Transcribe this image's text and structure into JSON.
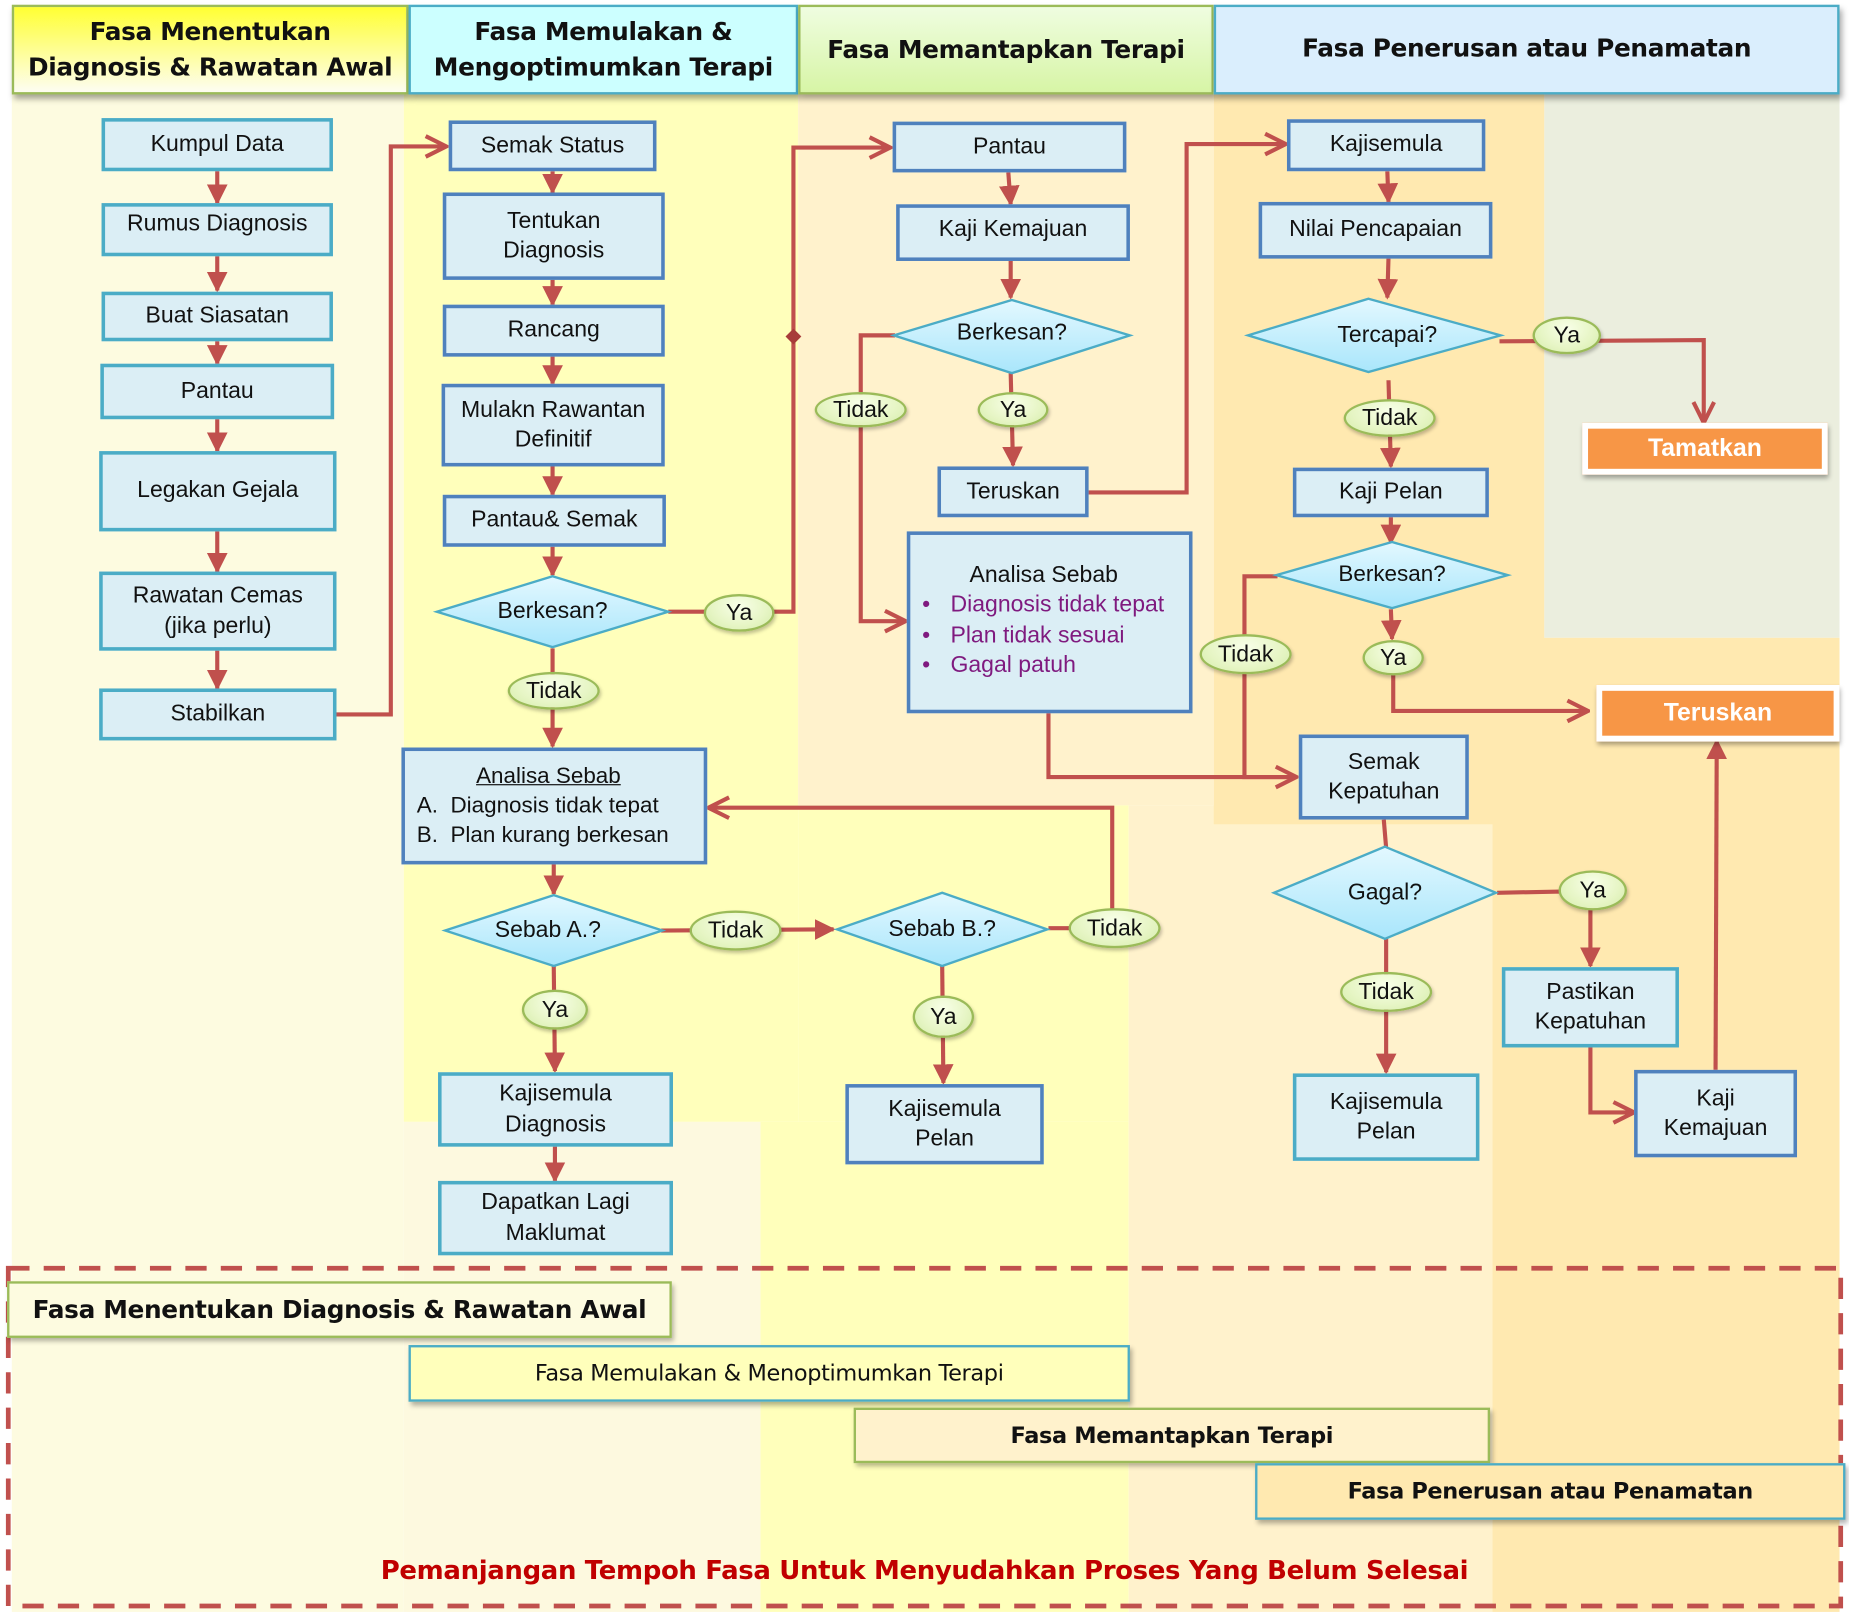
{
  "phases": [
    {
      "id": "p1",
      "title": "Fasa Menentukan Diagnosis & Rawatan Awal",
      "colors": {
        "header_top": "#ffff33",
        "header_bottom": "#fdfdf2",
        "header_border": "#9bbb59",
        "lane": "#fdfbe0"
      }
    },
    {
      "id": "p2",
      "title": "Fasa  Memulakan & Mengoptimumkan Terapi",
      "colors": {
        "header": "#ccffff",
        "header_border": "#4bacc6",
        "lane": "#ffffbb"
      }
    },
    {
      "id": "p3",
      "title": "Fasa  Memantapkan Terapi",
      "colors": {
        "header_top": "#effde0",
        "header_bottom": "#d7f5a6",
        "header_border": "#9bbb59",
        "lane": "#fff2cc"
      }
    },
    {
      "id": "p4",
      "title": "Fasa Penerusan atau Penamatan",
      "colors": {
        "header": "#daeefd",
        "header_border": "#4bacc6",
        "lane": "#ffe9b0",
        "lane_end": "#ebeede"
      }
    }
  ],
  "phase1": {
    "steps": [
      "Kumpul Data",
      "Rumus Diagnosis",
      "Buat Siasatan",
      "Pantau",
      "Legakan Gejala",
      "Rawatan Cemas\n(jika perlu)",
      "Stabilkan"
    ]
  },
  "phase2": {
    "steps": [
      "Semak Status",
      "Tentukan\nDiagnosis",
      "Rancang",
      "Mulakn Rawantan\nDefinitif",
      "Pantau& Semak"
    ],
    "decision": "Berkesan?",
    "yes": "Ya",
    "no": "Tidak",
    "analysis": {
      "title": "Analisa Sebab",
      "items": [
        "A.  Diagnosis tidak tepat",
        "B.  Plan kurang berkesan"
      ]
    },
    "decision_a": "Sebab A.?",
    "decision_a_yes": "Ya",
    "decision_a_no": "Tidak",
    "decision_b": "Sebab B.?",
    "decision_b_yes": "Ya",
    "decision_b_no": "Tidak",
    "review_diagnosis": "Kajisemula\nDiagnosis",
    "get_more_info": "Dapatkan Lagi\nMaklumat",
    "review_plan": "Kajisemula\nPelan"
  },
  "phase3": {
    "steps": [
      "Pantau",
      "Kaji Kemajuan"
    ],
    "decision": "Berkesan?",
    "yes": "Ya",
    "no": "Tidak",
    "continue": "Teruskan",
    "analysis": {
      "title": "Analisa Sebab",
      "items": [
        "Diagnosis tidak tepat",
        "Plan tidak sesuai",
        "Gagal patuh"
      ]
    }
  },
  "phase4": {
    "steps": [
      "Kajisemula",
      "Nilai Pencapaian"
    ],
    "decision_achieved": "Tercapai?",
    "achieved_yes": "Ya",
    "achieved_no": "Tidak",
    "terminate": "Tamatkan",
    "review_plan": "Kaji Pelan",
    "decision_effective": "Berkesan?",
    "effective_yes": "Ya",
    "effective_no": "Tidak",
    "continue": "Teruskan",
    "check_compliance": "Semak\nKepatuhan",
    "decision_fail": "Gagal?",
    "fail_yes": "Ya",
    "fail_no": "Tidak",
    "review_plan_again": "Kajisemula\nPelan",
    "ensure_compliance": "Pastikan\nKepatuhan",
    "assess_progress": "Kaji\nKemajuan"
  },
  "legend": {
    "bars": [
      "Fasa Menentukan Diagnosis & Rawatan Awal",
      "Fasa  Memulakan & Menoptimumkan Terapi",
      "Fasa  Memantapkan Terapi",
      "Fasa Penerusan atau Penamatan"
    ],
    "note": "Pemanjangan Tempoh Fasa Untuk Menyudahkan Proses Yang Belum Selesai"
  },
  "colors": {
    "connector": "#c0504d",
    "box_fill": "#dbeef5",
    "box_border_blue": "#4f81bd",
    "box_border_teal": "#4bacc6",
    "terminal": "#f79646",
    "note_text": "#c00000",
    "bullet_text": "#7f1a7f"
  }
}
